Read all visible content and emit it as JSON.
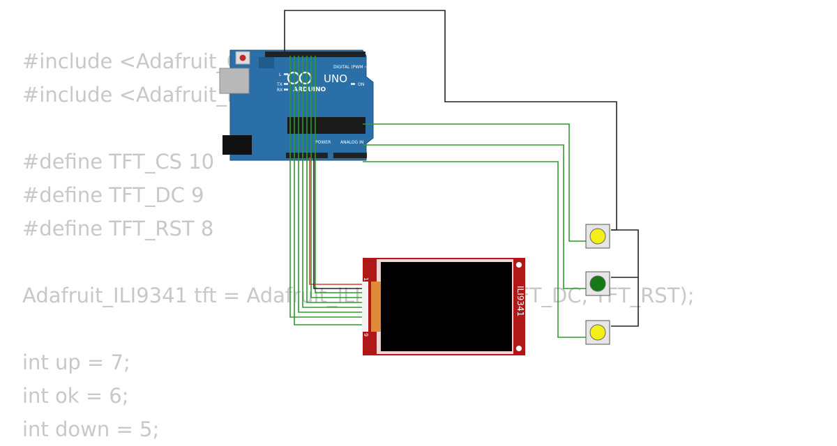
{
  "code_lines": [
    "#include <Adafruit_GFX.h>",
    "#include <Adafruit_ILI9341.h>",
    "",
    "#define TFT_CS 10",
    "#define TFT_DC 9",
    "#define TFT_RST 8",
    "",
    "Adafruit_ILI9341 tft = Adafruit_ILI9341(TFT_CS, TFT_DC, TFT_RST);",
    "",
    "int up = 7;",
    "int ok = 6;",
    "int down = 5;"
  ],
  "arduino": {
    "brand": "ARDUINO",
    "model": "UNO",
    "digital_label": "DIGITAL (PWM ~)",
    "analog_label": "ANALOG IN",
    "power_label": "POWER",
    "on_label": "ON",
    "led_l": "L",
    "led_tx": "TX",
    "led_rx": "RX",
    "color_board": "#2a6fa8"
  },
  "tft": {
    "label": "ILI9341",
    "pin_first": "1",
    "pin_last": "9",
    "color_pcb": "#b01818"
  },
  "buttons": [
    {
      "id": "up",
      "color": "#f4ef1a"
    },
    {
      "id": "ok",
      "color": "#157a15"
    },
    {
      "id": "down",
      "color": "#f4ef1a"
    }
  ]
}
